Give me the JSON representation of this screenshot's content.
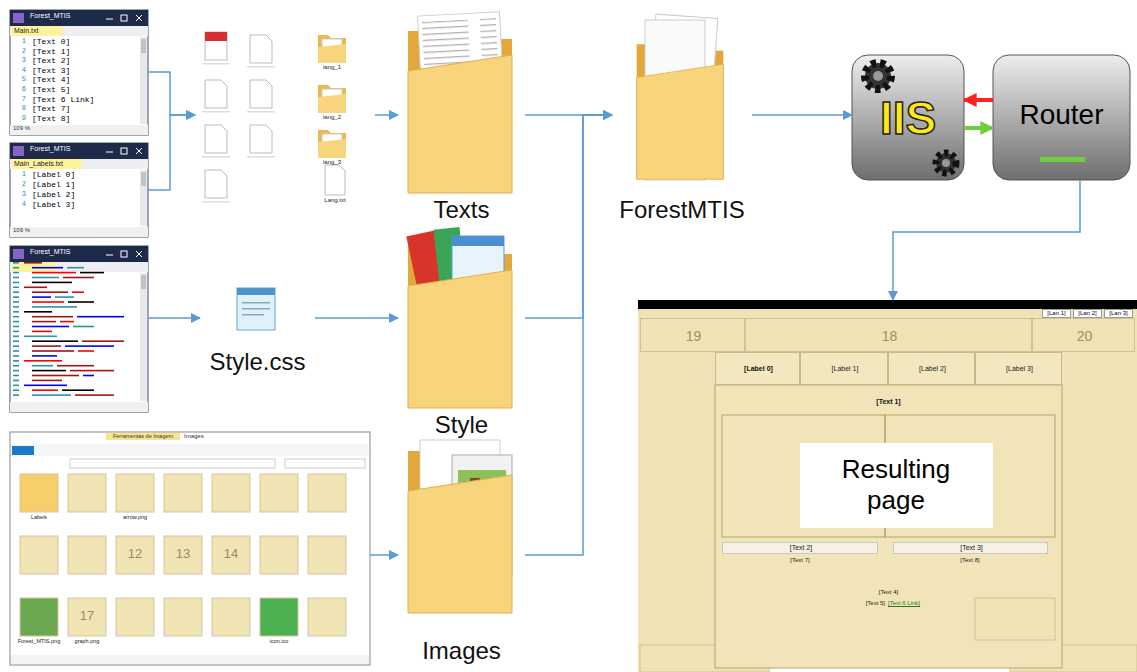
{
  "diagram": {
    "nodes": [
      {
        "text": [
          "Forest_MTIS",
          "Main.txt",
          "1",
          "[Text 0]",
          "2",
          "[Text 1]",
          "3",
          "[Text 2]",
          "4",
          "[Text 3]",
          "5",
          "[Text 4]",
          "6",
          "[Text 5]",
          "7",
          "[Text 6 Link]",
          "8",
          "[Text 7]",
          "9",
          "[Text 8]",
          "109 %"
        ]
      },
      {
        "text": [
          "Forest_MTIS",
          "Main_Labels.txt",
          "1",
          "[Label 0]",
          "2",
          "[Label 1]",
          "3",
          "[Label 2]",
          "4",
          "[Label 3]",
          "109 %"
        ]
      },
      {
        "text": [
          "Forest_MTIS"
        ]
      },
      {
        "text": [
          "lang_1",
          "lang_2",
          "lang_3",
          "Lang.txt"
        ]
      },
      {
        "text": [
          "Texts"
        ]
      },
      {
        "text": [
          "Style.css"
        ]
      },
      {
        "text": [
          "Style"
        ]
      },
      {
        "text": [
          "Ferramentas de Imagem",
          "Images",
          "Labels",
          "12",
          "13",
          "14",
          "arrow.png",
          "17",
          "Forest_MTIS.png",
          "graph.png",
          "icon.ico"
        ]
      },
      {
        "text": [
          "Images"
        ]
      },
      {
        "text": [
          "ForestMTIS"
        ]
      },
      {
        "text": [
          "IIS"
        ]
      },
      {
        "text": [
          "Router"
        ]
      },
      {
        "text": [
          "[Lan 1]",
          "[Lan 2]",
          "[Lan 3]"
        ]
      },
      {
        "text": [
          "19"
        ],
        "in": 12
      },
      {
        "text": [
          "18"
        ],
        "in": 12
      },
      {
        "text": [
          "20"
        ],
        "in": 12
      },
      {
        "text": [
          "[Label 0]"
        ],
        "in": 12
      },
      {
        "text": [
          "[Label 1]"
        ],
        "in": 12
      },
      {
        "text": [
          "[Label 2]"
        ],
        "in": 12
      },
      {
        "text": [
          "[Label 3]"
        ],
        "in": 12
      },
      {
        "text": [
          "[Text 1]",
          "[Text 7]",
          "[Text 8]",
          "[Text 4]",
          "[Text 5]",
          "[Text 6 Link]"
        ],
        "in": 12
      },
      {
        "text": [
          "Resulting page"
        ],
        "in": 20
      },
      {
        "text": [
          "[Text 2]"
        ],
        "in": 20
      },
      {
        "text": [
          "[Text 3]"
        ],
        "in": 20
      }
    ],
    "edges": [
      {
        "from": 0,
        "to": 3,
        "arrow": "to"
      },
      {
        "from": 1,
        "to": 3,
        "arrow": "to"
      },
      {
        "from": 3,
        "to": 4,
        "arrow": "to"
      },
      {
        "from": 2,
        "to": 5,
        "arrow": "to"
      },
      {
        "from": 5,
        "to": 6,
        "arrow": "to"
      },
      {
        "from": 7,
        "to": 8,
        "arrow": "to"
      },
      {
        "from": 4,
        "to": 9,
        "arrow": "to"
      },
      {
        "from": 6,
        "to": 9,
        "arrow": "to"
      },
      {
        "from": 8,
        "to": 9,
        "arrow": "to"
      },
      {
        "from": 9,
        "to": 10,
        "arrow": "to"
      },
      {
        "from": 11,
        "to": 10,
        "arrow": "to"
      },
      {
        "from": 10,
        "to": 11,
        "arrow": "to"
      },
      {
        "from": 11,
        "to": 12,
        "arrow": "to"
      }
    ]
  }
}
